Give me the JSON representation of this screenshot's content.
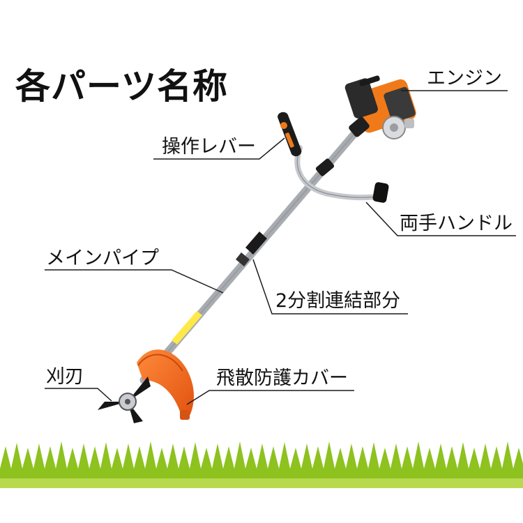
{
  "title": "各パーツ名称",
  "labels": {
    "engine": "エンジン",
    "lever": "操作レバー",
    "handle": "両手ハンドル",
    "pipe": "メインパイプ",
    "joint": "2分割連結部分",
    "blade": "刈刃",
    "cover": "飛散防護カバー"
  },
  "colors": {
    "grass_dark": "#8dc21f",
    "grass_light": "#b8d94e",
    "engine_orange": "#f07a1a",
    "cover_orange": "#f06a20",
    "pipe_silver": "#b9bcc0"
  }
}
